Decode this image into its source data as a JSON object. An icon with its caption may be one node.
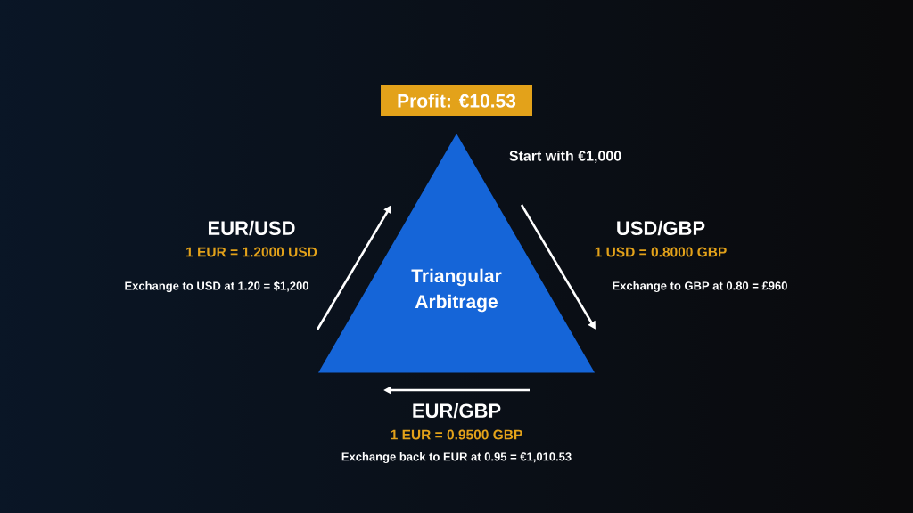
{
  "diagram": {
    "nodes": [
      {
        "text": [
          "Profit: €10.53"
        ]
      },
      {
        "text": [
          "Triangular Arbitrage"
        ]
      }
    ],
    "labels": [
      "Start with €1,000",
      "EUR/USD",
      "1 EUR = 1.2000 USD",
      "Exchange to USD at 1.20 = $1,200",
      "USD/GBP",
      "1 USD = 0.8000 GBP",
      "Exchange to GBP at 0.80 = £960",
      "EUR/GBP",
      "1 EUR = 0.9500 GBP",
      "Exchange back to EUR at 0.95 = €1,010.53"
    ]
  }
}
